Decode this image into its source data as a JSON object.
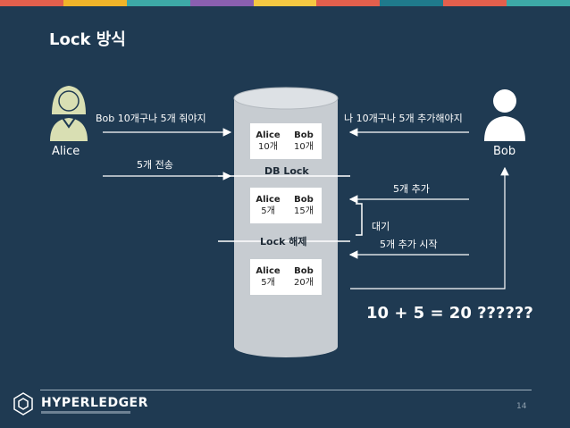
{
  "title": "Lock 방식",
  "top_stripe_colors": [
    "#e25f4d",
    "#f0b429",
    "#3da9a7",
    "#8a5fb0",
    "#f5c842",
    "#e25f4d",
    "#1f7a8c",
    "#e25f4d",
    "#3da9a7"
  ],
  "users": {
    "alice": {
      "label": "Alice",
      "icon": "female-user-icon",
      "color": "#d9dfb3"
    },
    "bob": {
      "label": "Bob",
      "icon": "male-user-icon",
      "color": "#ffffff"
    }
  },
  "messages": {
    "alice_request": "Bob 10개구나 5개 줘야지",
    "alice_send": "5개 전송",
    "bob_request": "나 10개구나 5개 추가해야지",
    "bob_add": "5개 추가",
    "bob_wait": "대기",
    "bob_start": "5개 추가 시작"
  },
  "db": {
    "records": [
      {
        "alice_h": "Alice",
        "bob_h": "Bob",
        "alice_v": "10개",
        "bob_v": "10개"
      },
      {
        "alice_h": "Alice",
        "bob_h": "Bob",
        "alice_v": "5개",
        "bob_v": "15개"
      },
      {
        "alice_h": "Alice",
        "bob_h": "Bob",
        "alice_v": "5개",
        "bob_v": "20개"
      }
    ],
    "lock_label": "DB Lock",
    "unlock_label": "Lock 해제"
  },
  "equation": "10 + 5 = 20 ??????",
  "footer": {
    "logo": "HYPERLEDGER",
    "page": "14"
  }
}
